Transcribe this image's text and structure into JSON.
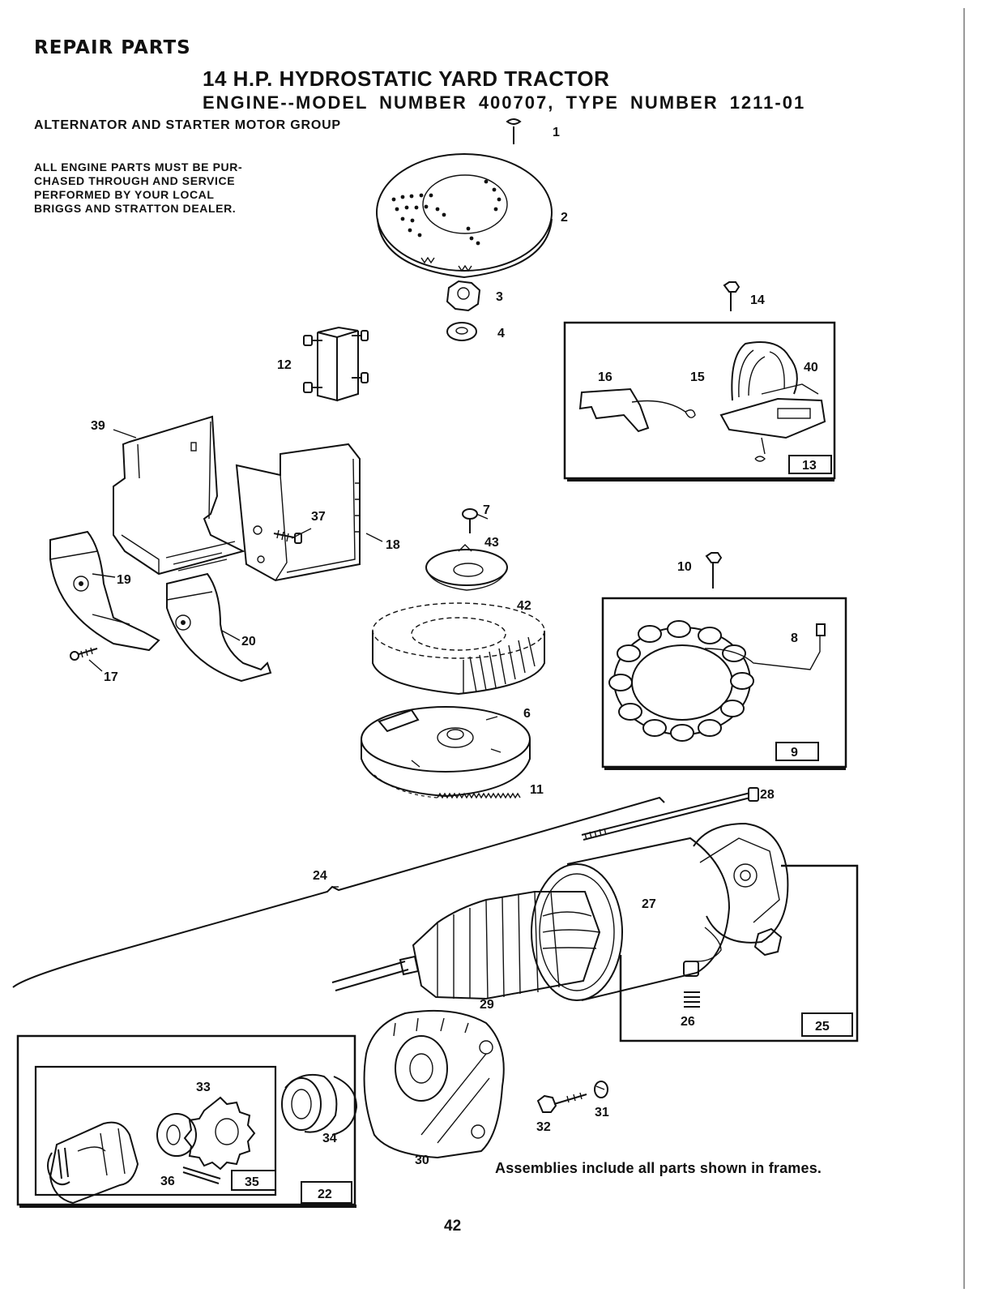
{
  "header": {
    "section": "REPAIR PARTS",
    "title": "14 H.P. HYDROSTATIC YARD TRACTOR",
    "engine_line": "ENGINE--MODEL NUMBER 400707, TYPE NUMBER 1211-01",
    "group": "ALTERNATOR AND STARTER MOTOR GROUP"
  },
  "notice": {
    "lines": [
      "ALL ENGINE PARTS MUST BE PUR-",
      "CHASED THROUGH AND SERVICE",
      "PERFORMED BY YOUR LOCAL",
      "BRIGGS AND STRATTON DEALER."
    ]
  },
  "callouts": {
    "p1": "1",
    "p2": "2",
    "p3": "3",
    "p4": "4",
    "p6": "6",
    "p7": "7",
    "p8": "8",
    "p9": "9",
    "p10": "10",
    "p11": "11",
    "p12": "12",
    "p13": "13",
    "p14": "14",
    "p15": "15",
    "p16": "16",
    "p17": "17",
    "p18": "18",
    "p19": "19",
    "p20": "20",
    "p22": "22",
    "p24": "24",
    "p25": "25",
    "p26": "26",
    "p27": "27",
    "p28": "28",
    "p29": "29",
    "p30": "30",
    "p31": "31",
    "p32": "32",
    "p33": "33",
    "p34": "34",
    "p35": "35",
    "p36": "36",
    "p37": "37",
    "p39": "39",
    "p40": "40",
    "p42": "42",
    "p43": "43"
  },
  "footnote": "Assemblies include all parts shown in frames.",
  "page_number": "42"
}
